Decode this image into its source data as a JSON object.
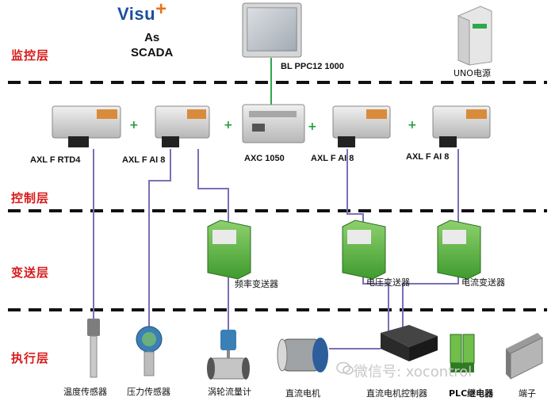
{
  "logo": {
    "text": "Visu",
    "mark": "+"
  },
  "scada_line1": "As",
  "scada_line2": "SCADA",
  "layers": [
    {
      "name": "监控层"
    },
    {
      "name": "控制层"
    },
    {
      "name": "变送层"
    },
    {
      "name": "执行层"
    }
  ],
  "supervisory": {
    "panel_label": "BL PPC12 1000",
    "power_label": "UNO电源"
  },
  "controllers": [
    {
      "label": "AXL F RTD4"
    },
    {
      "label": "AXL F AI 8"
    },
    {
      "label": "AXC 1050"
    },
    {
      "label": "AXL F AI 8"
    },
    {
      "label": "AXL  F AI 8"
    }
  ],
  "plus_sign": "+",
  "transmitters": [
    {
      "label": "频率变送器"
    },
    {
      "label": "电压变送器"
    },
    {
      "label": "电流变送器"
    }
  ],
  "actuators": [
    {
      "label": "温度传感器"
    },
    {
      "label": "压力传感器"
    },
    {
      "label": "涡轮流量计"
    },
    {
      "label": "直流电机"
    },
    {
      "label": "直流电机控制器"
    },
    {
      "label": "PLC继电器"
    },
    {
      "label": "端子"
    }
  ],
  "watermark": "微信号: xocontrol",
  "colors": {
    "layer_label": "#d81a1a",
    "signal_line": "#7b6fb8",
    "network_line": "#2fa84a",
    "plus": "#1e9e3a",
    "logo_blue": "#1b4f9c",
    "logo_orange": "#e8731c"
  }
}
